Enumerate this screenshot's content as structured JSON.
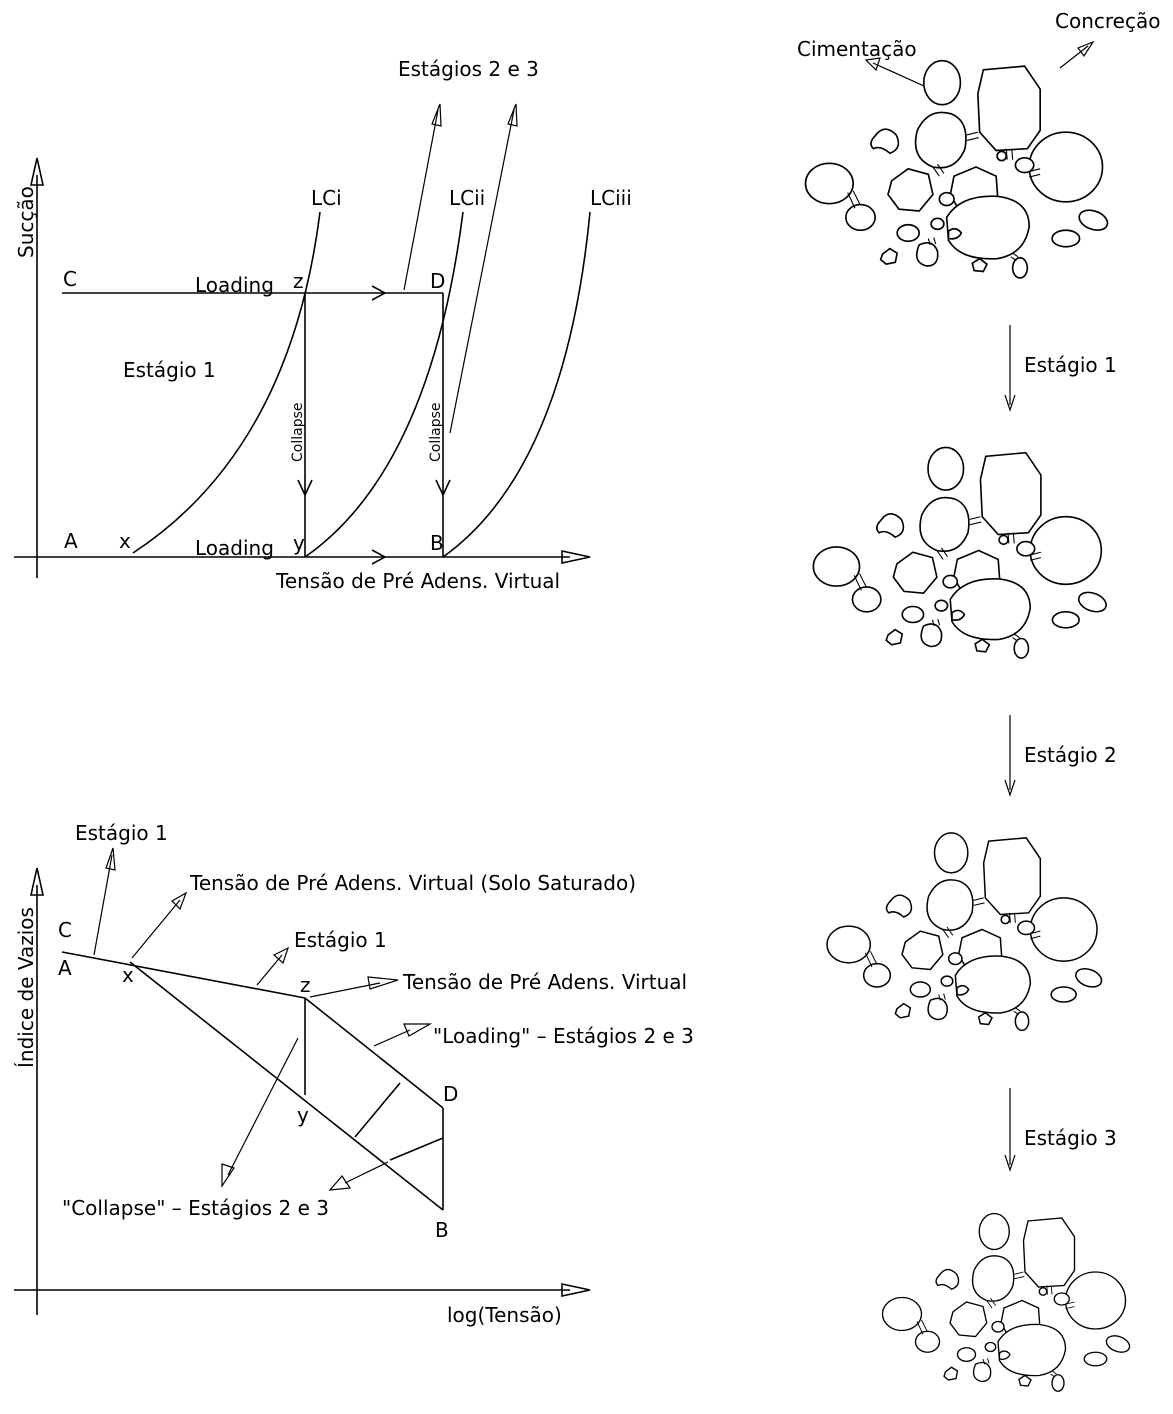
{
  "top_diagram": {
    "y_axis_label": "Sucção",
    "x_axis_label": "Tensão de Pré Adens. Virtual",
    "stages_23_label": "Estágios 2 e 3",
    "stage1_label": "Estágio 1",
    "curve_labels": [
      "LCi",
      "LCii",
      "LCiii"
    ],
    "loading_top": "Loading",
    "loading_bottom": "Loading",
    "collapse_1": "Collapse",
    "collapse_2": "Collapse",
    "points": {
      "C": "C",
      "z_top": "z",
      "D": "D",
      "A": "A",
      "x": "x",
      "y": "y",
      "B": "B"
    }
  },
  "bottom_diagram": {
    "y_axis_label": "Índice de Vazios",
    "x_axis_label": "log(Tensão)",
    "stage1_label_top": "Estágio 1",
    "virtual_sat_label": "Tensão de Pré Adens. Virtual (Solo Saturado)",
    "stage1_label_mid": "Estágio 1",
    "virtual_label": "Tensão de Pré Adens. Virtual",
    "loading_label": "\"Loading\" – Estágios 2 e 3",
    "collapse_label": "\"Collapse\" – Estágios 2 e 3",
    "points": {
      "C": "C",
      "A": "A",
      "x": "x",
      "z": "z",
      "y": "y",
      "D": "D",
      "B": "B"
    }
  },
  "structures": {
    "concrecao_label": "Concreção",
    "cimentacao_label": "Cimentação",
    "stage_labels": [
      "Estágio 1",
      "Estágio 2",
      "Estágio 3"
    ]
  }
}
